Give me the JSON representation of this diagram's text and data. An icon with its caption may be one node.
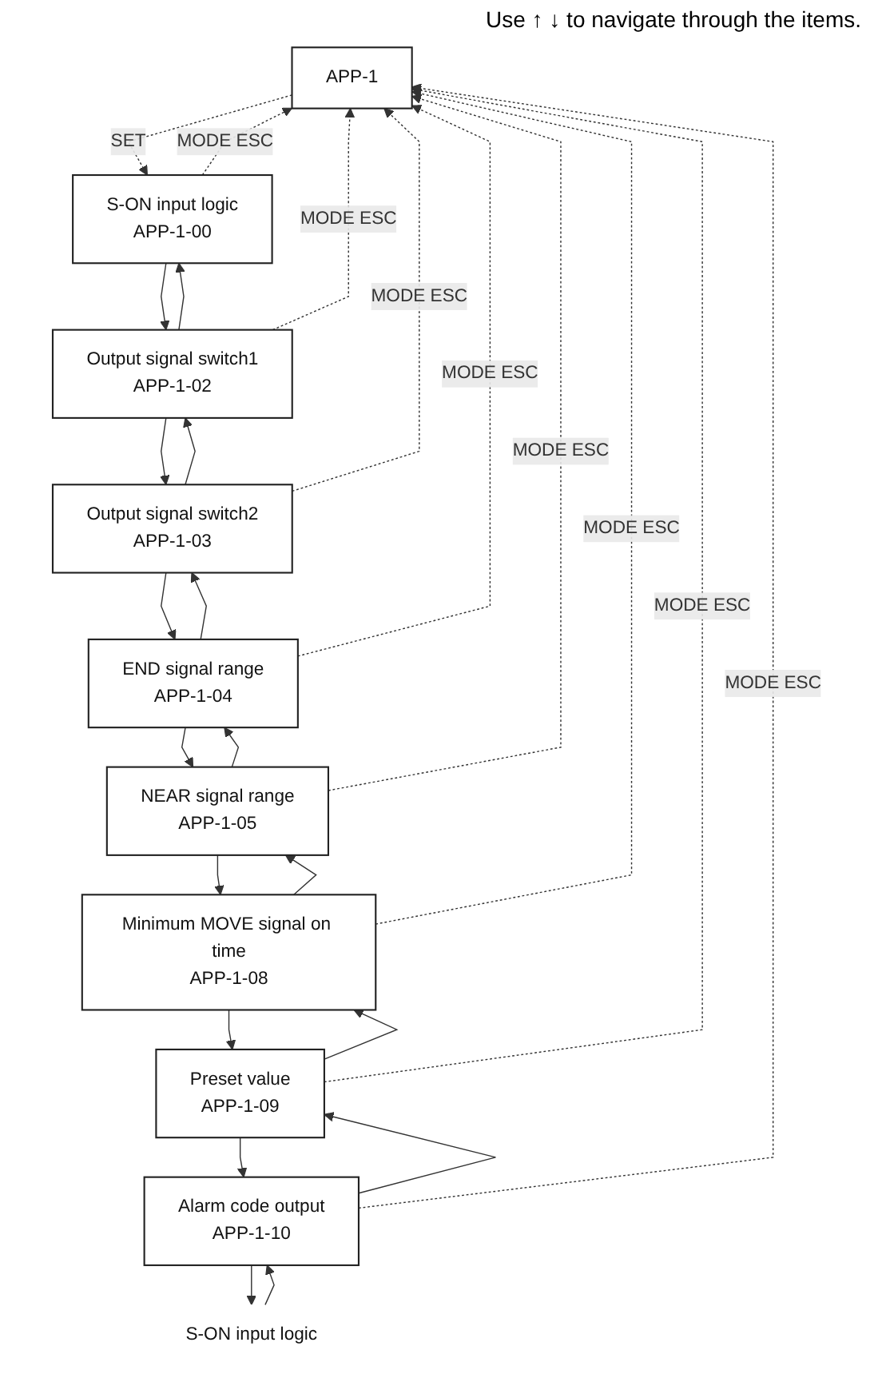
{
  "diagram": {
    "nodes": [
      {
        "text": [
          "APP-1"
        ]
      },
      {
        "text": [
          "S-ON input logic",
          "APP-1-00"
        ]
      },
      {
        "text": [
          "Output signal switch1",
          "APP-1-02"
        ]
      },
      {
        "text": [
          "Output signal switch2",
          "APP-1-03"
        ]
      },
      {
        "text": [
          "END signal range",
          "APP-1-04"
        ]
      },
      {
        "text": [
          "NEAR signal range",
          "APP-1-05"
        ]
      },
      {
        "text": [
          "Minimum MOVE signal on time",
          "APP-1-08"
        ]
      },
      {
        "text": [
          "Preset value",
          "APP-1-09"
        ]
      },
      {
        "text": [
          "Alarm code output",
          "APP-1-10"
        ]
      },
      {
        "text": [
          "S-ON input logic"
        ]
      }
    ],
    "edges": [
      {
        "from": 0,
        "to": 1,
        "arrow": "to",
        "style": "dashed",
        "label": "SET"
      },
      {
        "from": 1,
        "to": 2,
        "arrow": "to"
      },
      {
        "from": 2,
        "to": 1,
        "arrow": "to"
      },
      {
        "from": 2,
        "to": 3,
        "arrow": "to"
      },
      {
        "from": 3,
        "to": 2,
        "arrow": "to"
      },
      {
        "from": 3,
        "to": 4,
        "arrow": "to"
      },
      {
        "from": 4,
        "to": 3,
        "arrow": "to"
      },
      {
        "from": 4,
        "to": 5,
        "arrow": "to"
      },
      {
        "from": 5,
        "to": 4,
        "arrow": "to"
      },
      {
        "from": 5,
        "to": 6,
        "arrow": "to"
      },
      {
        "from": 6,
        "to": 5,
        "arrow": "to"
      },
      {
        "from": 6,
        "to": 7,
        "arrow": "to"
      },
      {
        "from": 7,
        "to": 6,
        "arrow": "to"
      },
      {
        "from": 7,
        "to": 8,
        "arrow": "to"
      },
      {
        "from": 8,
        "to": 7,
        "arrow": "to"
      },
      {
        "from": 8,
        "to": 9,
        "arrow": "to"
      },
      {
        "from": 9,
        "to": 8,
        "arrow": "to"
      },
      {
        "from": 1,
        "to": 0,
        "arrow": "to",
        "style": "dashed",
        "label": "MODE ESC"
      },
      {
        "from": 2,
        "to": 0,
        "arrow": "to",
        "style": "dashed",
        "label": "MODE ESC"
      },
      {
        "from": 3,
        "to": 0,
        "arrow": "to",
        "style": "dashed",
        "label": "MODE ESC"
      },
      {
        "from": 4,
        "to": 0,
        "arrow": "to",
        "style": "dashed",
        "label": "MODE ESC"
      },
      {
        "from": 5,
        "to": 0,
        "arrow": "to",
        "style": "dashed",
        "label": "MODE ESC"
      },
      {
        "from": 6,
        "to": 0,
        "arrow": "to",
        "style": "dashed",
        "label": "MODE ESC"
      },
      {
        "from": 7,
        "to": 0,
        "arrow": "to",
        "style": "dashed",
        "label": "MODE ESC"
      },
      {
        "from": 8,
        "to": 0,
        "arrow": "to",
        "style": "dashed",
        "label": "MODE ESC"
      }
    ],
    "labels": [
      "Use ↑ ↓ to navigate through the items."
    ]
  }
}
